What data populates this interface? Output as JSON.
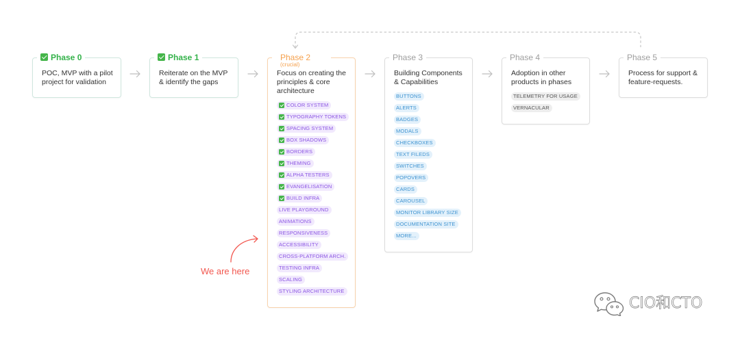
{
  "colors": {
    "completed": "#34b24a",
    "current": "#f5a04c",
    "upcoming": "#9e9e9e",
    "completed_border": "#cfe6de",
    "current_border": "#f8d2ab",
    "upcoming_border": "#dcdcdc",
    "check": "#45b54a",
    "marker": "#f2574f",
    "purple_tag_text": "#8b55e3",
    "purple_tag_bg": "#f1e9fd",
    "blue_tag_text": "#3d92d0",
    "blue_tag_bg": "#e3f1fb",
    "gray_tag_text": "#555555",
    "gray_tag_bg": "#eeeeee"
  },
  "phases": [
    {
      "title": "Phase 0",
      "completed": true,
      "current": false,
      "description": [
        "POC, MVP with a pilot",
        "project for validation"
      ]
    },
    {
      "title": "Phase 1",
      "completed": true,
      "current": false,
      "description": [
        "Reiterate on the MVP",
        "& identify the gaps"
      ]
    },
    {
      "title": "Phase 2",
      "note": "(crucial)",
      "completed": false,
      "current": true,
      "description": [
        "Focus on creating the",
        "principles & core",
        "architecture"
      ],
      "tags": [
        {
          "label": "COLOR SYSTEM",
          "done": true
        },
        {
          "label": "TYPOGRAPHY TOKENS",
          "done": true
        },
        {
          "label": "SPACING SYSTEM",
          "done": true
        },
        {
          "label": "BOX SHADOWS",
          "done": true
        },
        {
          "label": "BORDERS",
          "done": true
        },
        {
          "label": "THEMING",
          "done": true
        },
        {
          "label": "ALPHA TESTERS",
          "done": true
        },
        {
          "label": "EVANGELISATION",
          "done": true
        },
        {
          "label": "BUILD INFRA",
          "done": true
        },
        {
          "label": "LIVE PLAYGROUND",
          "done": false
        },
        {
          "label": "ANIMATIONS",
          "done": false
        },
        {
          "label": "RESPONSIVENESS",
          "done": false
        },
        {
          "label": "ACCESSIBILITY",
          "done": false
        },
        {
          "label": "CROSS-PLATFORM ARCH.",
          "done": false
        },
        {
          "label": "TESTING INFRA",
          "done": false
        },
        {
          "label": "SCALING",
          "done": false
        },
        {
          "label": "STYLING ARCHITECTURE",
          "done": false
        }
      ]
    },
    {
      "title": "Phase 3",
      "completed": false,
      "current": false,
      "description": [
        "Building Components",
        "& Capabilities"
      ],
      "tags": [
        "BUTTONS",
        "ALERTS",
        "BADGES",
        "MODALS",
        "CHECKBOXES",
        "TEXT FILEDS",
        "SWITCHES",
        "POPOVERS",
        "CARDS",
        "CAROUSEL",
        "MONITOR LIBRARY SIZE",
        "DOCUMENTATION SITE",
        "MORE..."
      ]
    },
    {
      "title": "Phase 4",
      "completed": false,
      "current": false,
      "description": [
        "Adoption in other",
        "products in phases"
      ],
      "tags": [
        "TELEMETRY FOR USAGE",
        "VERNACULAR"
      ]
    },
    {
      "title": "Phase 5",
      "completed": false,
      "current": false,
      "description": [
        "Process for support &",
        "feature-requests."
      ]
    }
  ],
  "marker": {
    "label": "We are here",
    "icon": "curved-arrow-icon"
  },
  "watermark": {
    "icon": "wechat-icon",
    "text": "CIO和CTO"
  }
}
